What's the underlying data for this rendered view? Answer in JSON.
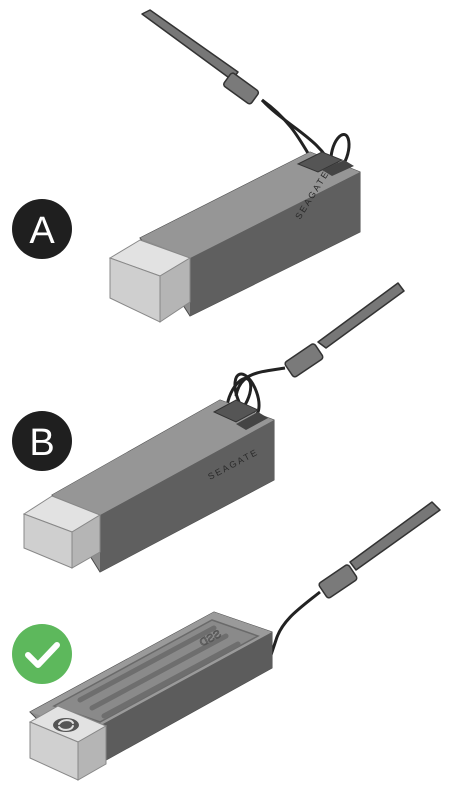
{
  "steps": [
    {
      "badge": "A",
      "brand": "SEAGATE"
    },
    {
      "badge": "B",
      "brand": "SEAGATE"
    },
    {
      "badge": "✓",
      "engraving": "SSD"
    }
  ],
  "colors": {
    "badge_dark": "#1f1f1f",
    "badge_check": "#5db85c",
    "body_top": "#8e8e8e",
    "body_side": "#5e5e5e",
    "cap_light": "#d6d6d6",
    "strap": "#6f6f6f"
  },
  "icons": {
    "strap": "lanyard-strap-icon",
    "check": "checkmark-icon",
    "logo": "seagate-logo-icon"
  }
}
